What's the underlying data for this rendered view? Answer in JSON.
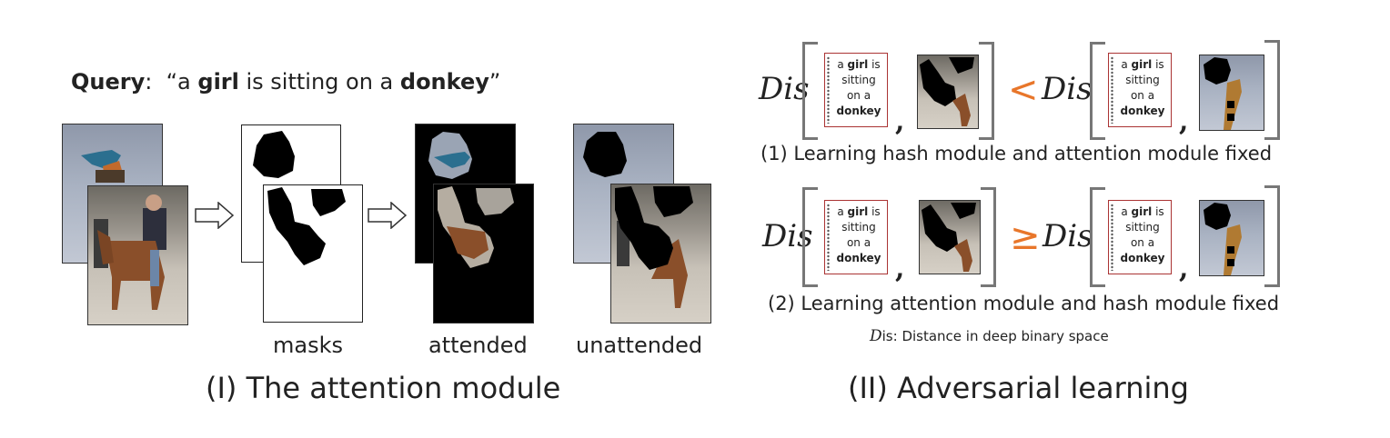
{
  "left_panel": {
    "query_label": "Query",
    "query_sep": ":",
    "query_open": "“a ",
    "query_word_girl": "girl",
    "query_middle": " is sitting on a ",
    "query_word_donkey": "donkey",
    "query_close": "”",
    "caption_masks": "masks",
    "caption_attended": "attended",
    "caption_unattended": "unattended",
    "title": "(I) The attention module"
  },
  "right_panel": {
    "dis_symbol": "Dis",
    "comparator_top": "<",
    "comparator_bottom": "≥",
    "comma": ",",
    "note_prefix": "a ",
    "note_girl": "girl",
    "note_is": " is",
    "note_line2": "sitting",
    "note_line3": "on a",
    "note_line4": "donkey",
    "row1_caption": "(1) Learning hash module and attention module fixed",
    "row2_caption": "(2) Learning attention module and hash module fixed",
    "dis_note_symbol": "D",
    "dis_note_rest": "is: Distance in deep binary space",
    "title": "(II) Adversarial learning"
  },
  "colors": {
    "accent": "#e8762a",
    "note_border": "#aa3333",
    "bracket": "#777777"
  },
  "icons": [
    "right-arrow-icon",
    "kingfisher-bird-image",
    "girl-on-donkey-image"
  ]
}
